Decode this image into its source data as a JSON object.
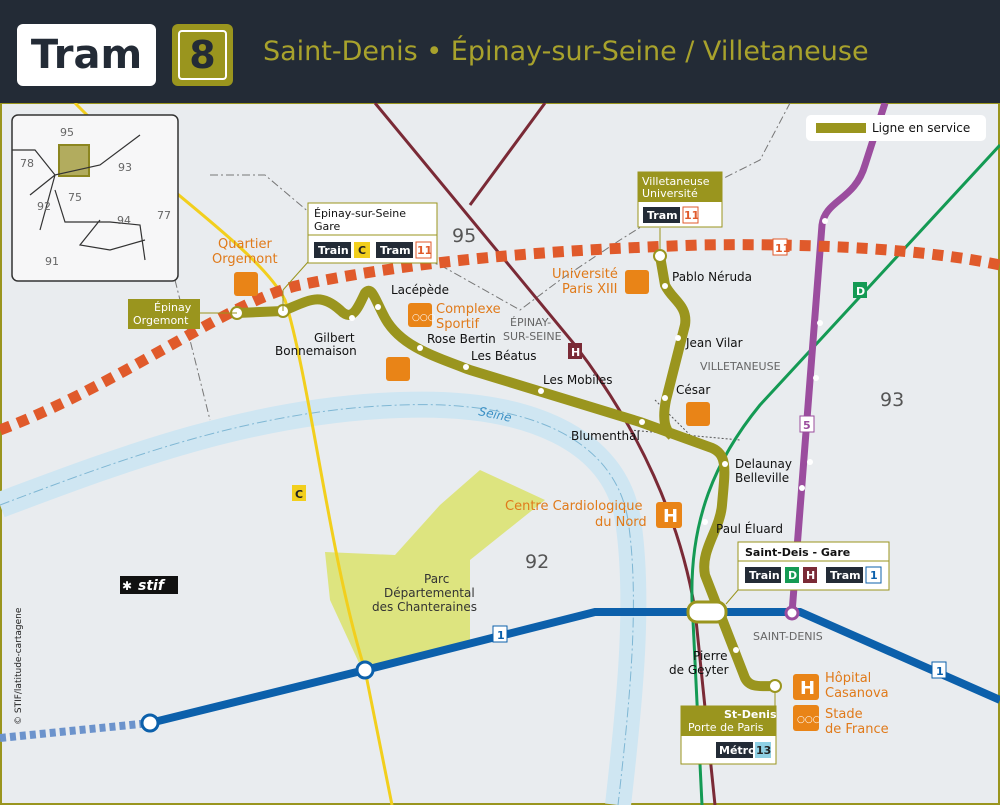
{
  "header": {
    "mode": "Tram",
    "line": "8",
    "title": "Saint-Denis • Épinay-sur-Seine / Villetaneuse"
  },
  "legend": {
    "label": "Ligne en service",
    "color": "#9a951e"
  },
  "inset": {
    "depts": [
      "95",
      "78",
      "93",
      "92",
      "75",
      "94",
      "77",
      "91"
    ]
  },
  "stations": {
    "epinay_orgemont": [
      "Épinay",
      "Orgemont"
    ],
    "epinay_gare": [
      "Épinay-sur-Seine",
      "Gare"
    ],
    "gilbert": [
      "Gilbert",
      "Bonnemaison"
    ],
    "lacepede": "Lacépède",
    "rose_bertin": "Rose Bertin",
    "les_beatus": "Les Béatus",
    "les_mobiles": "Les Mobiles",
    "blumenthal": "Blumenthal",
    "villetaneuse_univ": [
      "Villetaneuse",
      "Université"
    ],
    "pablo_neruda": "Pablo Néruda",
    "jean_vilar": "Jean Vilar",
    "cesar": "César",
    "delaunay": [
      "Delaunay",
      "Belleville"
    ],
    "paul_eluard": "Paul Éluard",
    "saint_denis_gare": "Saint-Deis - Gare",
    "pierre_de_geyter": [
      "Pierre",
      "de Geyter"
    ],
    "st_denis_porte": [
      "St-Denis",
      "Porte de Paris"
    ]
  },
  "connections": {
    "train": "Train",
    "tram": "Tram",
    "metro": "Métro",
    "c": "C",
    "d": "D",
    "h": "H",
    "t11": "11",
    "t1": "1",
    "m13": "13",
    "m5": "5"
  },
  "pois": {
    "quartier_orgemont": [
      "Quartier",
      "Orgemont"
    ],
    "complexe_sportif": [
      "Complexe",
      "Sportif"
    ],
    "univ_paris13": [
      "Université",
      "Paris XIII"
    ],
    "centre_cardio": [
      "Centre Cardiologique",
      "du Nord"
    ],
    "hopital": [
      "Hôpital",
      "Casanova"
    ],
    "stade": [
      "Stade",
      "de France"
    ],
    "parc": [
      "Parc",
      "Départemental",
      "des Chanteraines"
    ]
  },
  "areas": {
    "epinay": [
      "ÉPINAY-",
      "SUR-SEINE"
    ],
    "villetaneuse": "VILLETANEUSE",
    "saint_denis": "SAINT-DENIS",
    "seine": "Seine"
  },
  "depts": {
    "d95": "95",
    "d93": "93",
    "d92": "92"
  },
  "credits": {
    "copyright": "© STIF/latitude-cartagene",
    "logo": "stif"
  }
}
